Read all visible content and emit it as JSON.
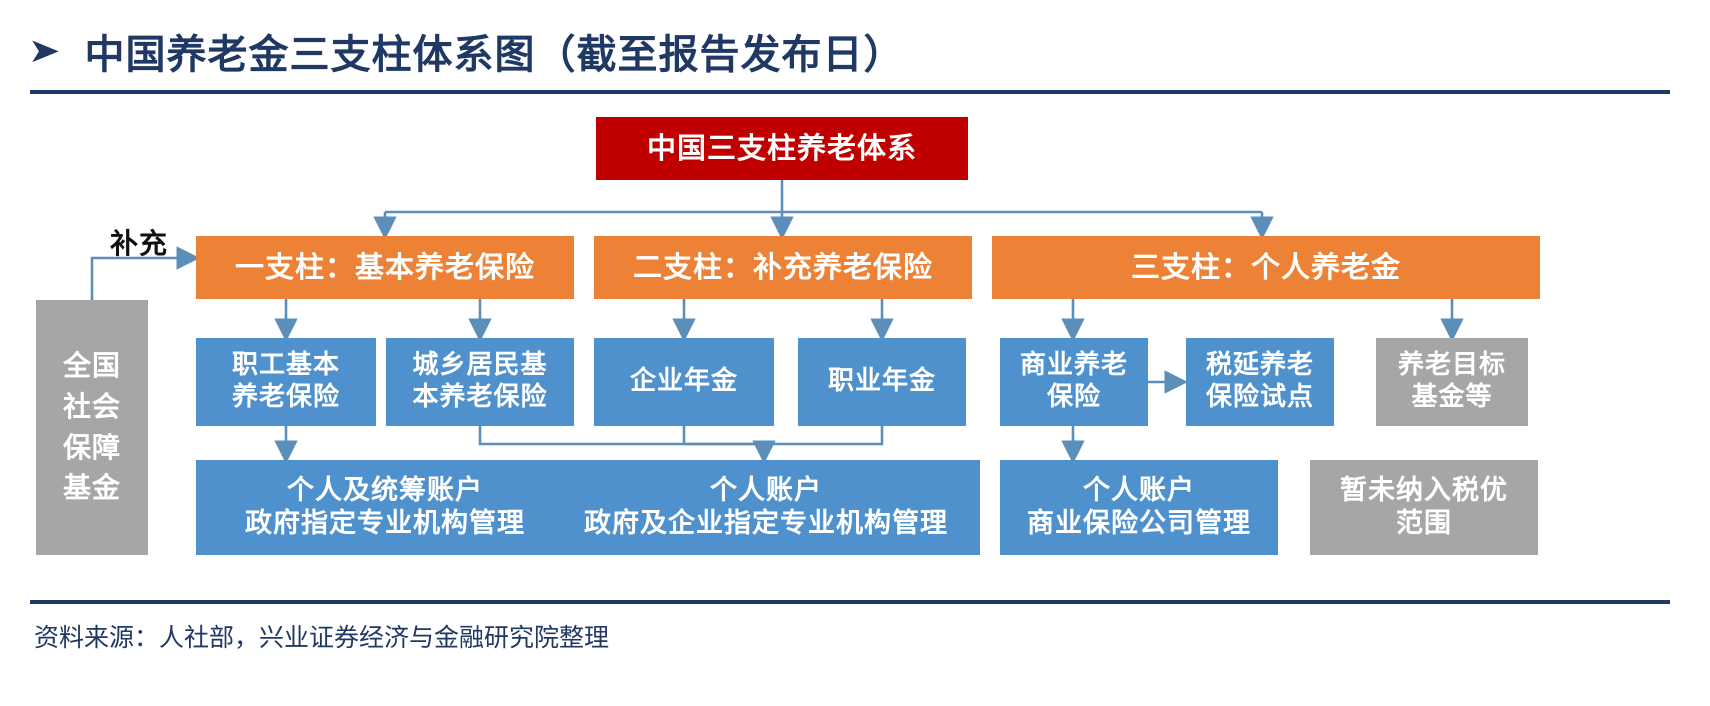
{
  "header": {
    "bullet_icon": "triangle-right-icon",
    "title": "中国养老金三支柱体系图（截至报告发布日）"
  },
  "footer": {
    "source": "资料来源：人社部，兴业证券经济与金融研究院整理"
  },
  "colors": {
    "title": "#1F3864",
    "root": "#C00000",
    "pillar": "#ED8135",
    "item": "#4F91CD",
    "muted": "#A6A6A6",
    "connector": "#5B8FB9"
  },
  "diagram": {
    "type": "hierarchy",
    "root": {
      "label": "中国三支柱养老体系"
    },
    "side_note": {
      "label": "补充"
    },
    "national_fund": {
      "lines": [
        "全国",
        "社会",
        "保障",
        "基金"
      ]
    },
    "pillars": [
      {
        "label": "一支柱：基本养老保险"
      },
      {
        "label": "二支柱：补充养老保险"
      },
      {
        "label": "三支柱：个人养老金"
      }
    ],
    "items": [
      {
        "lines": [
          "职工基本",
          "养老保险"
        ],
        "style": "item"
      },
      {
        "lines": [
          "城乡居民基",
          "本养老保险"
        ],
        "style": "item"
      },
      {
        "lines": [
          "企业年金"
        ],
        "style": "item"
      },
      {
        "lines": [
          "职业年金"
        ],
        "style": "item"
      },
      {
        "lines": [
          "商业养老",
          "保险"
        ],
        "style": "item"
      },
      {
        "lines": [
          "税延养老",
          "保险试点"
        ],
        "style": "item"
      },
      {
        "lines": [
          "养老目标",
          "基金等"
        ],
        "style": "muted"
      }
    ],
    "accounts": [
      {
        "lines": [
          "个人及统筹账户",
          "政府指定专业机构管理"
        ],
        "style": "item"
      },
      {
        "lines": [
          "个人账户",
          "政府及企业指定专业机构管理"
        ],
        "style": "item"
      },
      {
        "lines": [
          "个人账户",
          "商业保险公司管理"
        ],
        "style": "item"
      },
      {
        "lines": [
          "暂未纳入税优",
          "范围"
        ],
        "style": "muted"
      }
    ]
  }
}
